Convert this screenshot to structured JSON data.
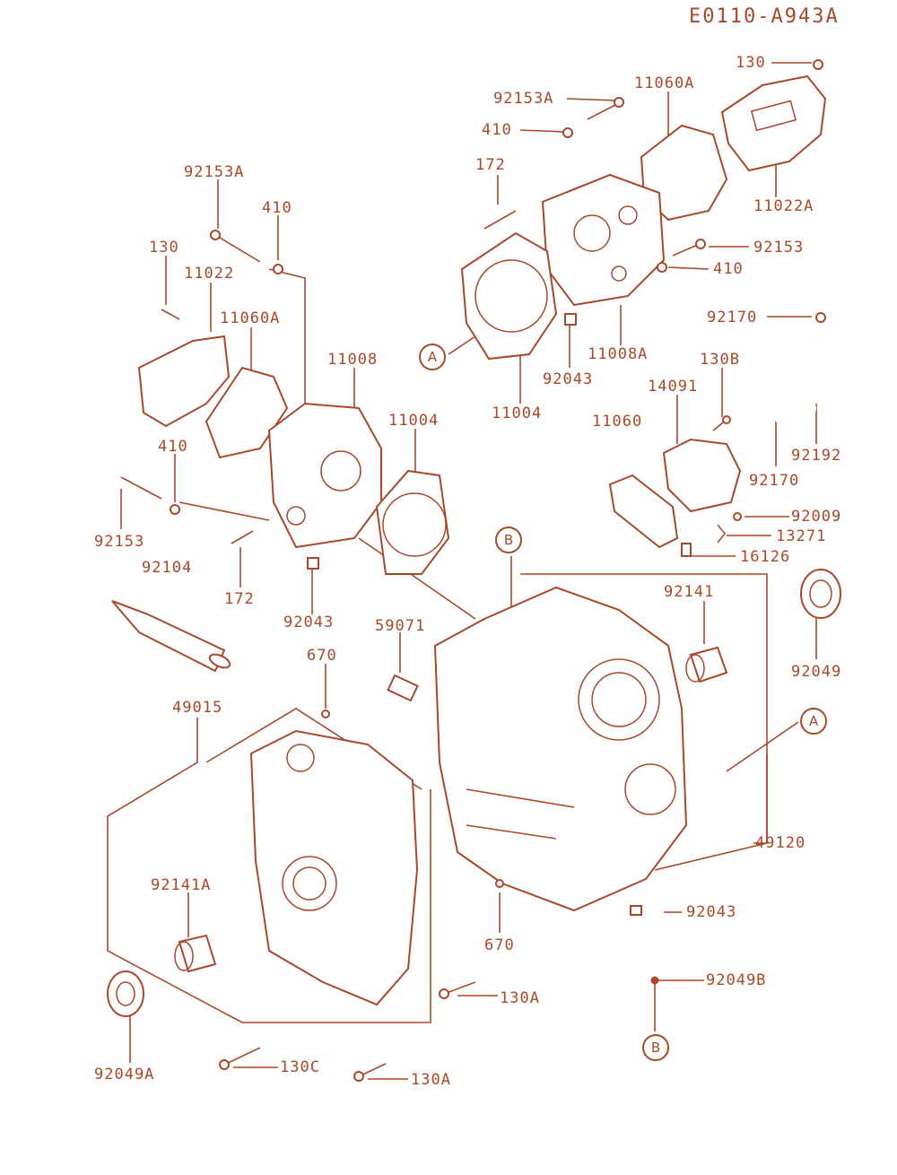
{
  "diagram_code": "E0110-A943A",
  "callouts": {
    "A_upper": "A",
    "A_right": "A",
    "B_upper": "B",
    "B_lower": "B"
  },
  "labels": {
    "l130_top": "130",
    "l92153A_top": "92153A",
    "l11060A_top": "11060A",
    "l410_top": "410",
    "l172_top": "172",
    "l92153_right": "92153",
    "l410_right": "410",
    "l11022A": "11022A",
    "l11008A": "11008A",
    "l92043_top": "92043",
    "l11004_right": "11004",
    "l92170_top": "92170",
    "l130B": "130B",
    "l14091": "14091",
    "l11060": "11060",
    "l92192": "92192",
    "l92170_mid": "92170",
    "l92009": "92009",
    "l13271": "13271",
    "l16126": "16126",
    "l92141": "92141",
    "l92049": "92049",
    "l49120": "49120",
    "l92043_bottom": "92043",
    "l92049B": "92049B",
    "l92153A_left": "92153A",
    "l410_left_top": "410",
    "l130_left": "130",
    "l11022": "11022",
    "l11060A_left": "11060A",
    "l11008": "11008",
    "l11004_left": "11004",
    "l410_left_mid": "410",
    "l92153_left": "92153",
    "l92104": "92104",
    "l172_left": "172",
    "l92043_left": "92043",
    "l59071": "59071",
    "l670_top": "670",
    "l49015": "49015",
    "l92141A": "92141A",
    "l670_bottom": "670",
    "l130A_mid": "130A",
    "l92049A": "92049A",
    "l130C": "130C",
    "l130A_bottom": "130A"
  }
}
